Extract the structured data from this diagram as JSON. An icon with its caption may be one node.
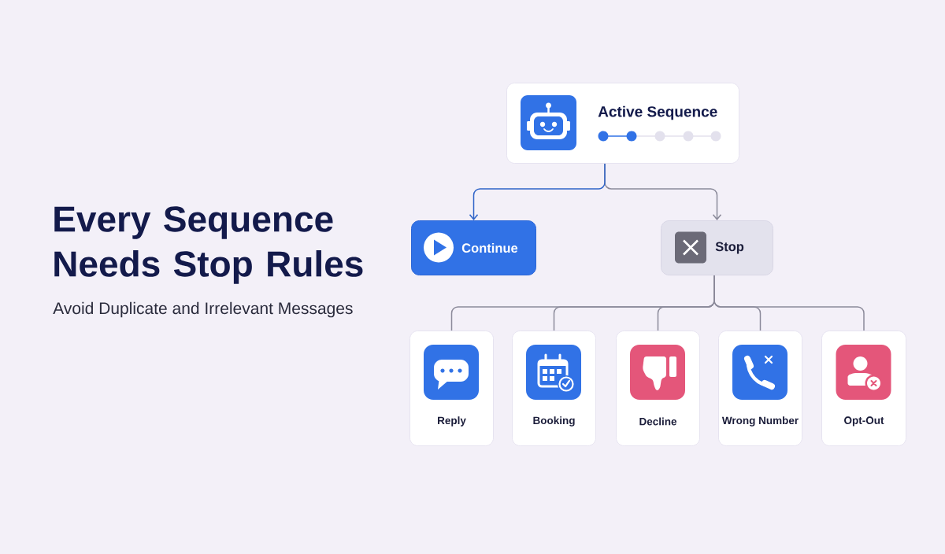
{
  "diagram": {
    "title": "Every Sequence Needs Stop Rules",
    "nodes": [
      {
        "text": [
          "Active Sequence"
        ]
      },
      {
        "text": [
          "Continue"
        ]
      },
      {
        "text": [
          "Stop"
        ]
      },
      {
        "text": [
          "Reply"
        ]
      },
      {
        "text": [
          "Booking"
        ]
      },
      {
        "text": [
          "Decline"
        ]
      },
      {
        "text": [
          "Wrong Number"
        ]
      },
      {
        "text": [
          "Opt-Out"
        ]
      }
    ],
    "edges": [
      {
        "from": 0,
        "to": 1,
        "arrow": "to",
        "color": "#2f64c8"
      },
      {
        "from": 0,
        "to": 2,
        "arrow": "to"
      },
      {
        "from": 2,
        "to": 3,
        "arrow": "none"
      },
      {
        "from": 2,
        "to": 4,
        "arrow": "none"
      },
      {
        "from": 2,
        "to": 5,
        "arrow": "none"
      },
      {
        "from": 2,
        "to": 6,
        "arrow": "none"
      },
      {
        "from": 2,
        "to": 7,
        "arrow": "none"
      }
    ],
    "labels": [
      "Avoid Duplicate and Irrelevant Messages"
    ]
  }
}
